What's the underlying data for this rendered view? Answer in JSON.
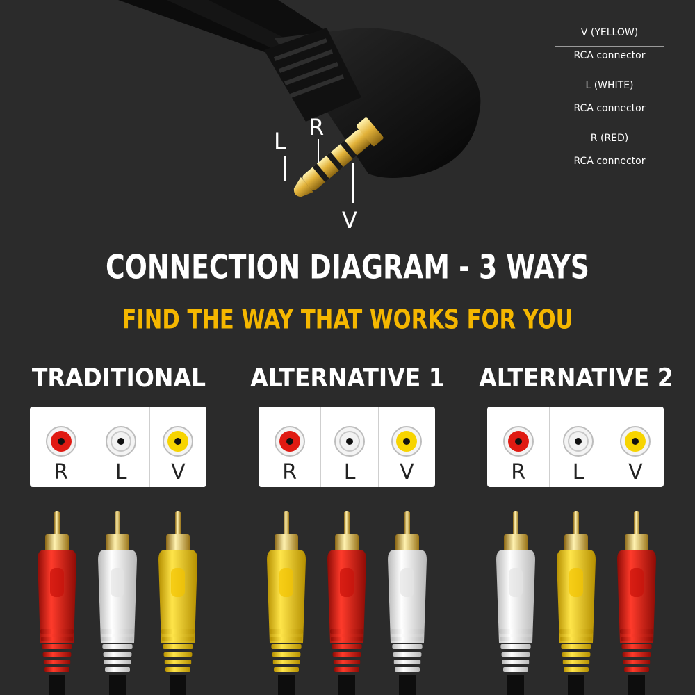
{
  "jack": {
    "labels": {
      "l": "L",
      "r": "R",
      "v": "V"
    }
  },
  "legend": [
    {
      "title": "V (YELLOW)",
      "sub": "RCA connector"
    },
    {
      "title": "L (WHITE)",
      "sub": "RCA connector"
    },
    {
      "title": "R (RED)",
      "sub": "RCA connector"
    }
  ],
  "title": "CONNECTION DIAGRAM - 3 WAYS",
  "subtitle": "FIND THE WAY THAT WORKS FOR YOU",
  "colors": {
    "background": "#2b2b2b",
    "accent": "#f5b700",
    "red": "#e01a12",
    "white": "#f2f2f2",
    "yellow": "#f7d400"
  },
  "options": [
    {
      "title": "TRADITIONAL",
      "ports": [
        {
          "label": "R",
          "color": "red"
        },
        {
          "label": "L",
          "color": "white"
        },
        {
          "label": "V",
          "color": "yellow"
        }
      ],
      "plugs": [
        "red",
        "white",
        "yellow"
      ]
    },
    {
      "title": "ALTERNATIVE 1",
      "ports": [
        {
          "label": "R",
          "color": "red"
        },
        {
          "label": "L",
          "color": "white"
        },
        {
          "label": "V",
          "color": "yellow"
        }
      ],
      "plugs": [
        "yellow",
        "red",
        "white"
      ]
    },
    {
      "title": "ALTERNATIVE 2",
      "ports": [
        {
          "label": "R",
          "color": "red"
        },
        {
          "label": "L",
          "color": "white"
        },
        {
          "label": "V",
          "color": "yellow"
        }
      ],
      "plugs": [
        "white",
        "yellow",
        "red"
      ]
    }
  ]
}
